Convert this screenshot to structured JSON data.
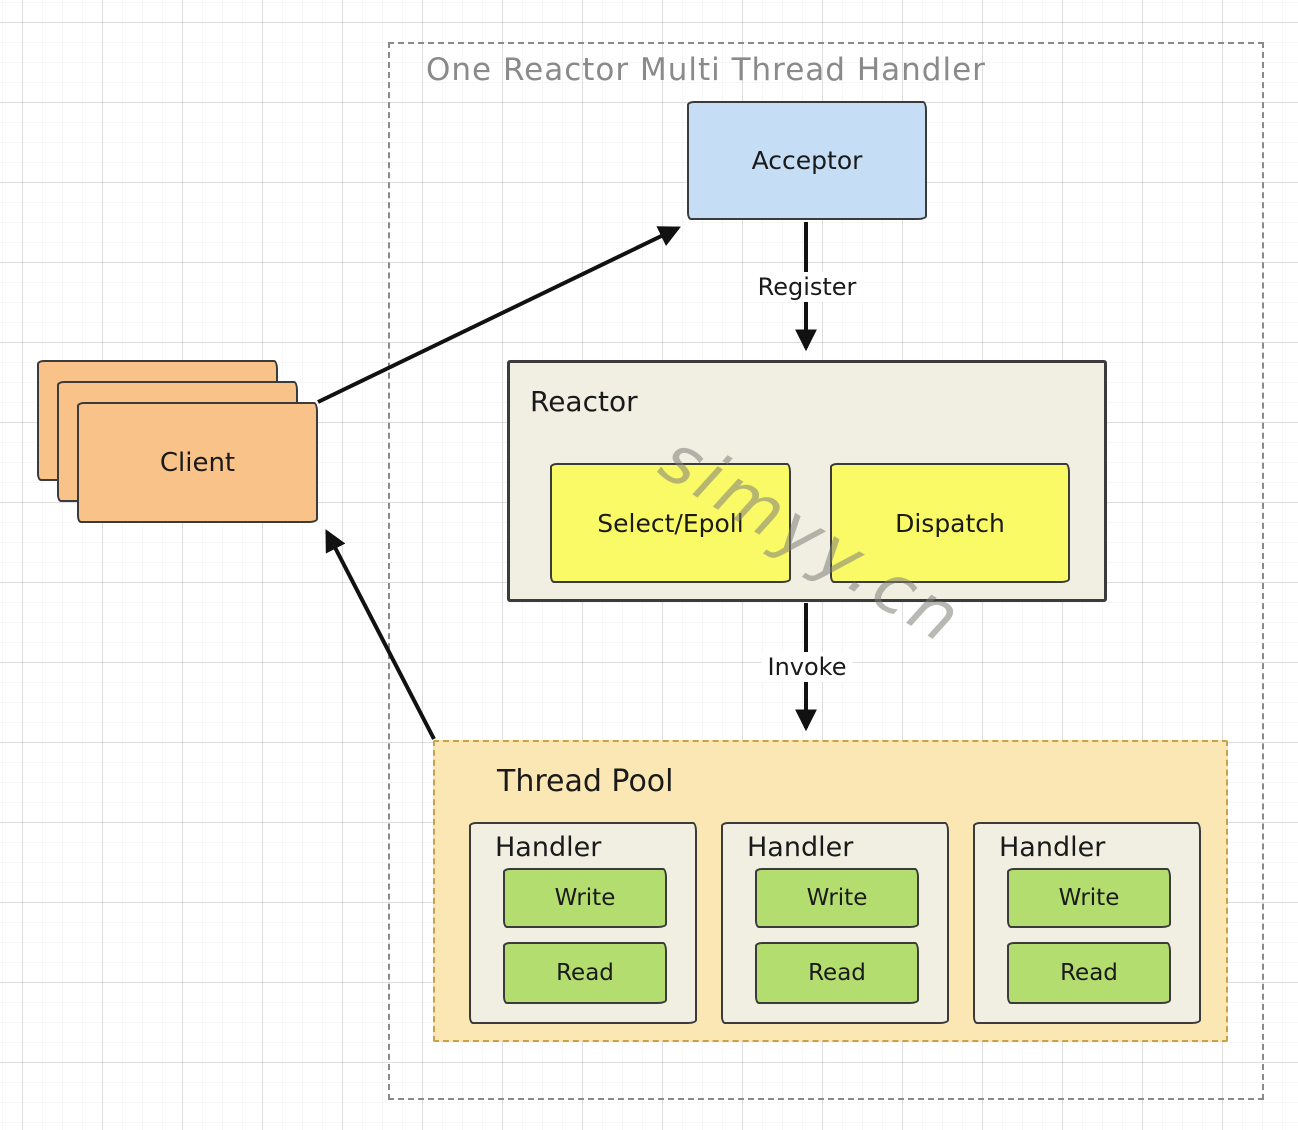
{
  "diagram": {
    "title": "One Reactor Multi Thread Handler",
    "watermark": "simyy.cn",
    "client": {
      "label": "Client"
    },
    "acceptor": {
      "label": "Acceptor"
    },
    "reactor": {
      "label": "Reactor",
      "select_epoll": {
        "label": "Select/Epoll"
      },
      "dispatch": {
        "label": "Dispatch"
      }
    },
    "thread_pool": {
      "label": "Thread Pool",
      "handlers": [
        {
          "label": "Handler",
          "write": "Write",
          "read": "Read"
        },
        {
          "label": "Handler",
          "write": "Write",
          "read": "Read"
        },
        {
          "label": "Handler",
          "write": "Write",
          "read": "Read"
        }
      ]
    },
    "edges": {
      "client_to_acceptor": {
        "label": ""
      },
      "register": {
        "label": "Register"
      },
      "invoke": {
        "label": "Invoke"
      },
      "thread_pool_to_client": {
        "label": ""
      }
    },
    "colors": {
      "acceptor_fill": "#c5def5",
      "reactor_fill": "#f0efe2",
      "select_dispatch_fill": "#fafa66",
      "thread_pool_fill": "#fbe7b3",
      "thread_pool_border": "#c9a246",
      "handler_fill": "#f0efe2",
      "write_read_fill": "#b4dd70",
      "client_fill": "#f8c288",
      "outline": "#3b3b3b",
      "frame_dash": "#8a8a8a",
      "title_text": "#8a8a8a",
      "arrow": "#111111",
      "watermark_text": "#7d7d78"
    }
  }
}
